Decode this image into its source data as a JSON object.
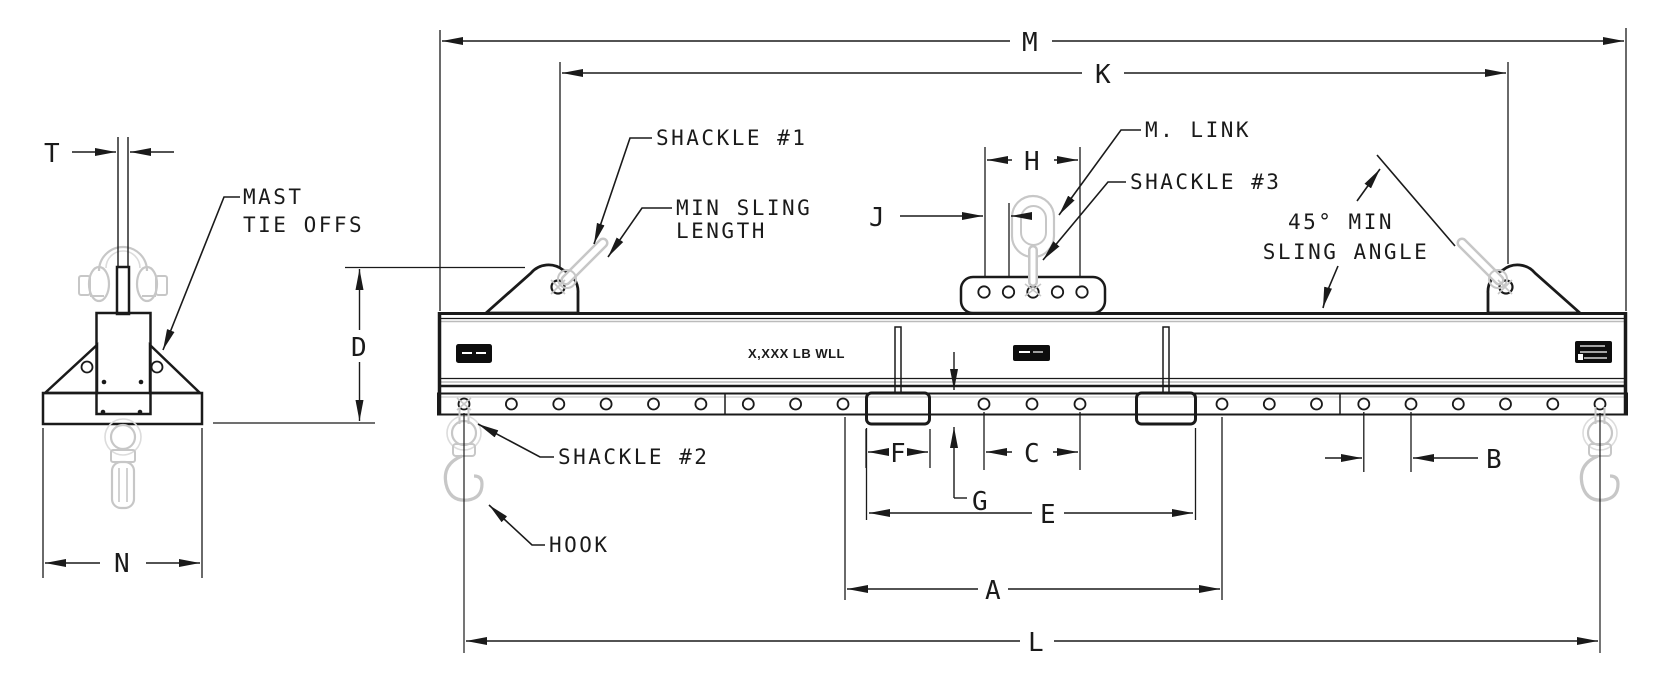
{
  "end_view": {
    "dim_t": "T",
    "dim_d": "D",
    "dim_n": "N",
    "mast_tie_offs_line1": "MAST",
    "mast_tie_offs_line2": "TIE OFFS"
  },
  "side_view": {
    "dim_m": "M",
    "dim_k": "K",
    "dim_h": "H",
    "dim_j": "J",
    "dim_b": "B",
    "dim_c": "C",
    "dim_f": "F",
    "dim_g": "G",
    "dim_e": "E",
    "dim_a": "A",
    "dim_l": "L",
    "beam_marking": "X,XXX LB WLL",
    "callout_shackle1": "SHACKLE #1",
    "callout_min_sling_line1": "MIN SLING",
    "callout_min_sling_line2": "LENGTH",
    "callout_m_link": "M. LINK",
    "callout_shackle3": "SHACKLE #3",
    "callout_sling_angle_line1": "45° MIN",
    "callout_sling_angle_line2": "SLING ANGLE",
    "callout_shackle2": "SHACKLE #2",
    "callout_hook": "HOOK"
  },
  "colors": {
    "line": "#1a1a1a",
    "ghost": "#c7c7c7",
    "placard": "#0d0d0d",
    "background": "#ffffff"
  }
}
